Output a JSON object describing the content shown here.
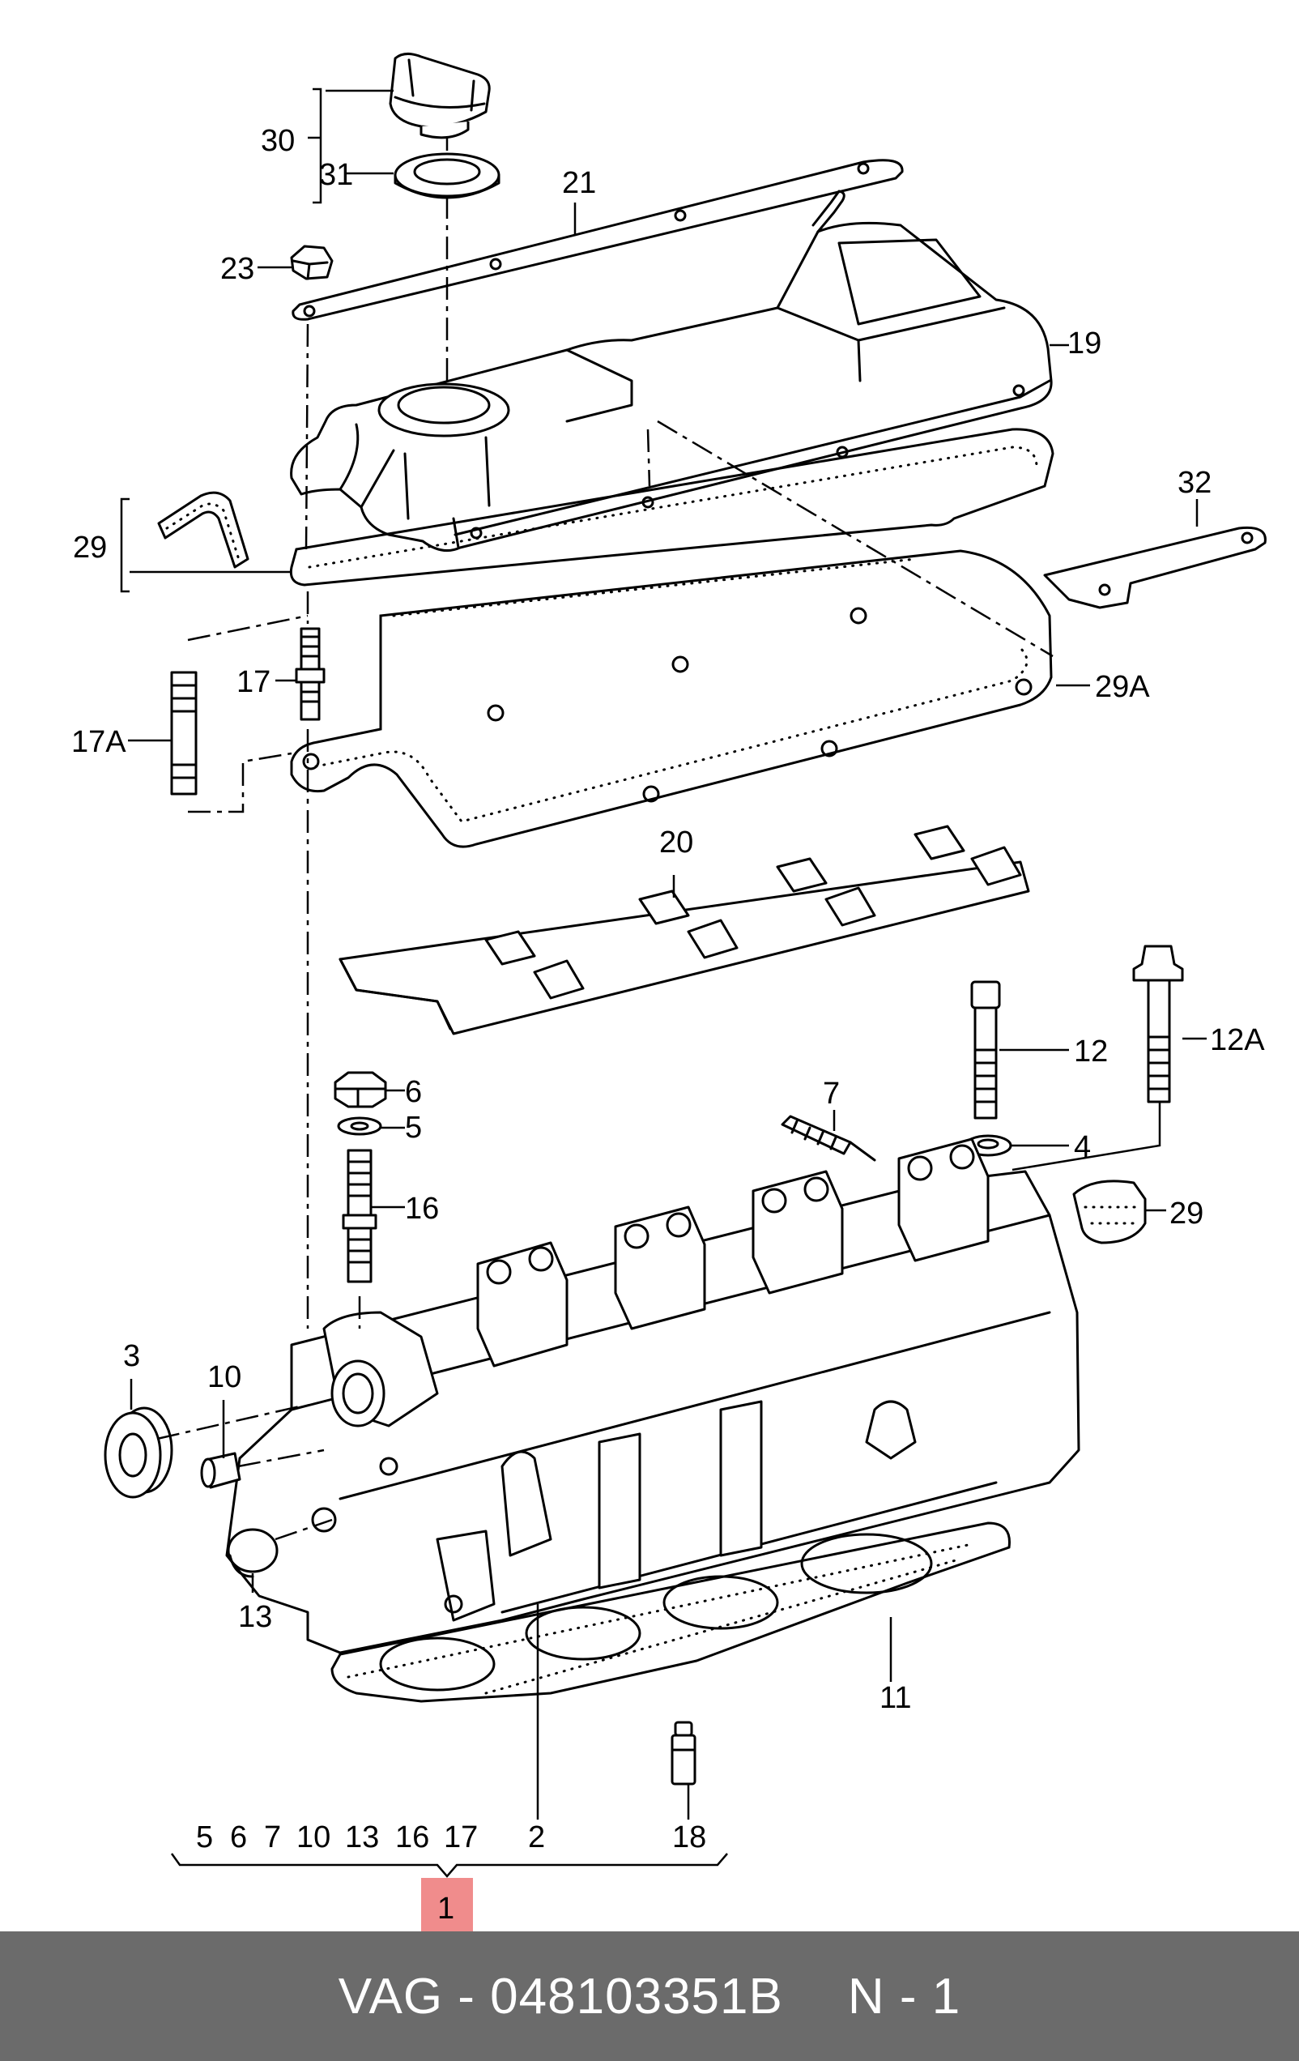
{
  "footer": {
    "part_number_text": "VAG - 048103351B",
    "note_text": "N - 1"
  },
  "labels": {
    "l30": "30",
    "l31": "31",
    "l21": "21",
    "l23": "23",
    "l19": "19",
    "l29_top": "29",
    "l32": "32",
    "l17": "17",
    "l17a": "17A",
    "l29a": "29A",
    "l20": "20",
    "l12": "12",
    "l12a": "12A",
    "l6": "6",
    "l5": "5",
    "l7": "7",
    "l4": "4",
    "l16": "16",
    "l29_right": "29",
    "l3": "3",
    "l10": "10",
    "l13": "13",
    "l11": "11",
    "l2": "2",
    "l18": "18"
  },
  "assembly_group": {
    "items": [
      "5",
      "6",
      "7",
      "10",
      "13",
      "16",
      "17"
    ],
    "assembly_label": "1",
    "highlight_color": "#f08c8c"
  }
}
